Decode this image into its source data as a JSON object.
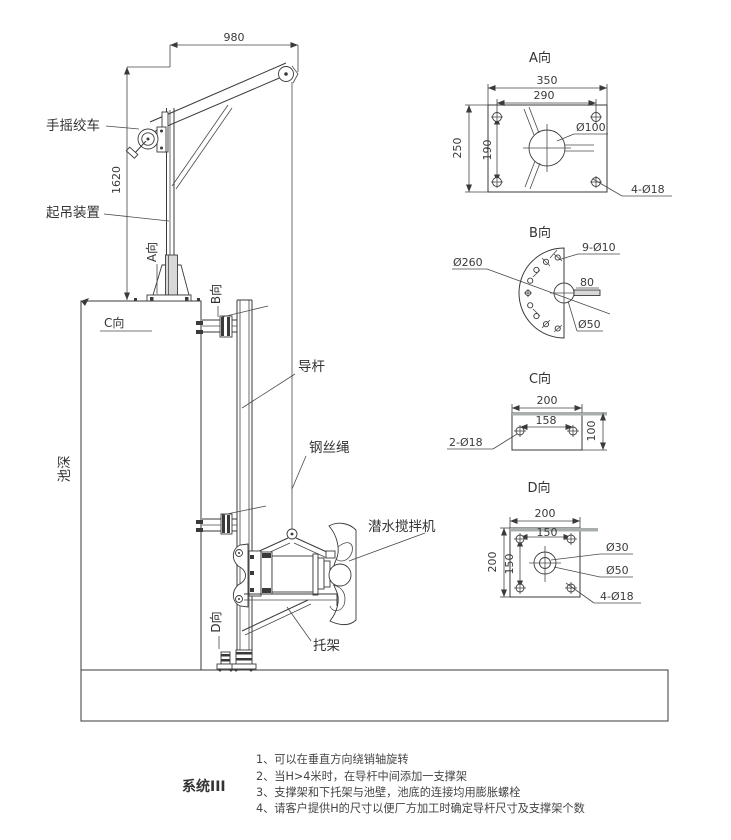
{
  "labels": {
    "hand_winch": "手摇绞车",
    "lifting_device": "起吊装置",
    "pool_depth": "池深",
    "guide_rod": "导杆",
    "wire_rope": "钢丝绳",
    "mixer": "潜水搅拌机",
    "bracket": "托架"
  },
  "markers": {
    "a": "A向",
    "b": "B向",
    "c": "C向",
    "d": "D向"
  },
  "main_dimensions": {
    "jib_length": "980",
    "mast_height": "1620"
  },
  "detail_views": {
    "a": {
      "title": "A向",
      "w_outer": "350",
      "w_inner": "290",
      "h_outer": "250",
      "h_inner": "190",
      "center_hole": "Ø100",
      "corner_holes": "4-Ø18"
    },
    "b": {
      "title": "B向",
      "arc_holes": "9-Ø10",
      "outer_dia": "Ø260",
      "tab_len": "80",
      "center_hole": "Ø50"
    },
    "c": {
      "title": "C向",
      "w_outer": "200",
      "w_inner": "158",
      "height": "100",
      "holes": "2-Ø18"
    },
    "d": {
      "title": "D向",
      "w_outer": "200",
      "w_inner": "150",
      "h_outer": "200",
      "h_inner": "150",
      "hole_small": "Ø30",
      "hole_large": "Ø50",
      "corner_holes": "4-Ø18"
    }
  },
  "system_label": "系统III",
  "notes": [
    "1、可以在垂直方向绕销轴旋转",
    "2、当H>4米时，在导杆中间添加一支撑架",
    "3、支撑架和下托架与池壁，池底的连接均用膨胀螺栓",
    "4、请客户提供H的尺寸以便厂方加工时确定导杆尺寸及支撑架个数"
  ],
  "colors": {
    "concrete_green": "#d4ecd1",
    "stipple": "#52624f",
    "line": "#3a3a3a"
  }
}
